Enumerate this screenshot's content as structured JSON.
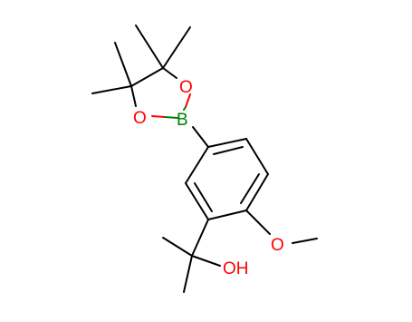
{
  "molecule": {
    "atom_labels": {
      "boron": "B",
      "ring_oxygen_top": "O",
      "ring_oxygen_bottom": "O",
      "methoxy_oxygen": "O",
      "hydroxyl": "OH"
    },
    "colors": {
      "bond": "#000000",
      "oxygen": "#ff0000",
      "boron": "#008000"
    }
  }
}
